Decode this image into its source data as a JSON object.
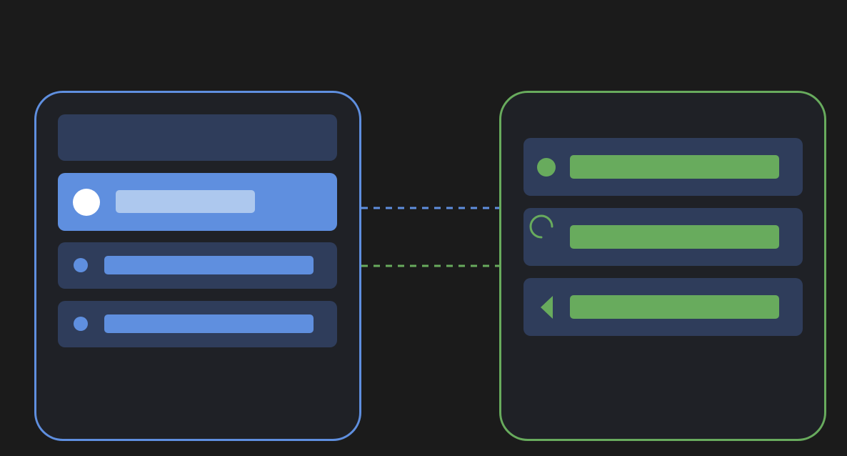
{
  "colors": {
    "background": "#1b1b1b",
    "panel_fill": "#1f2126",
    "card_fill": "#2f3d5b",
    "blue_accent": "#5f8fdf",
    "blue_light": "#adc8ee",
    "green_accent": "#68ab5d",
    "white": "#ffffff"
  },
  "left_panel": {
    "items": [
      {
        "kind": "header-placeholder"
      },
      {
        "kind": "selected-row",
        "icon": "circle-icon"
      },
      {
        "kind": "row",
        "icon": "dot-icon"
      },
      {
        "kind": "row",
        "icon": "dot-icon"
      }
    ]
  },
  "right_panel": {
    "items": [
      {
        "kind": "row",
        "icon": "dot-icon"
      },
      {
        "kind": "row",
        "icon": "spinner-icon"
      },
      {
        "kind": "row",
        "icon": "back-arrow-icon"
      }
    ]
  },
  "connectors": [
    {
      "from": "left-selected-row",
      "to": "right-row-1",
      "color": "blue",
      "style": "dashed"
    },
    {
      "from": "left-row-1",
      "to": "right-row-2",
      "color": "green",
      "style": "dashed"
    }
  ]
}
